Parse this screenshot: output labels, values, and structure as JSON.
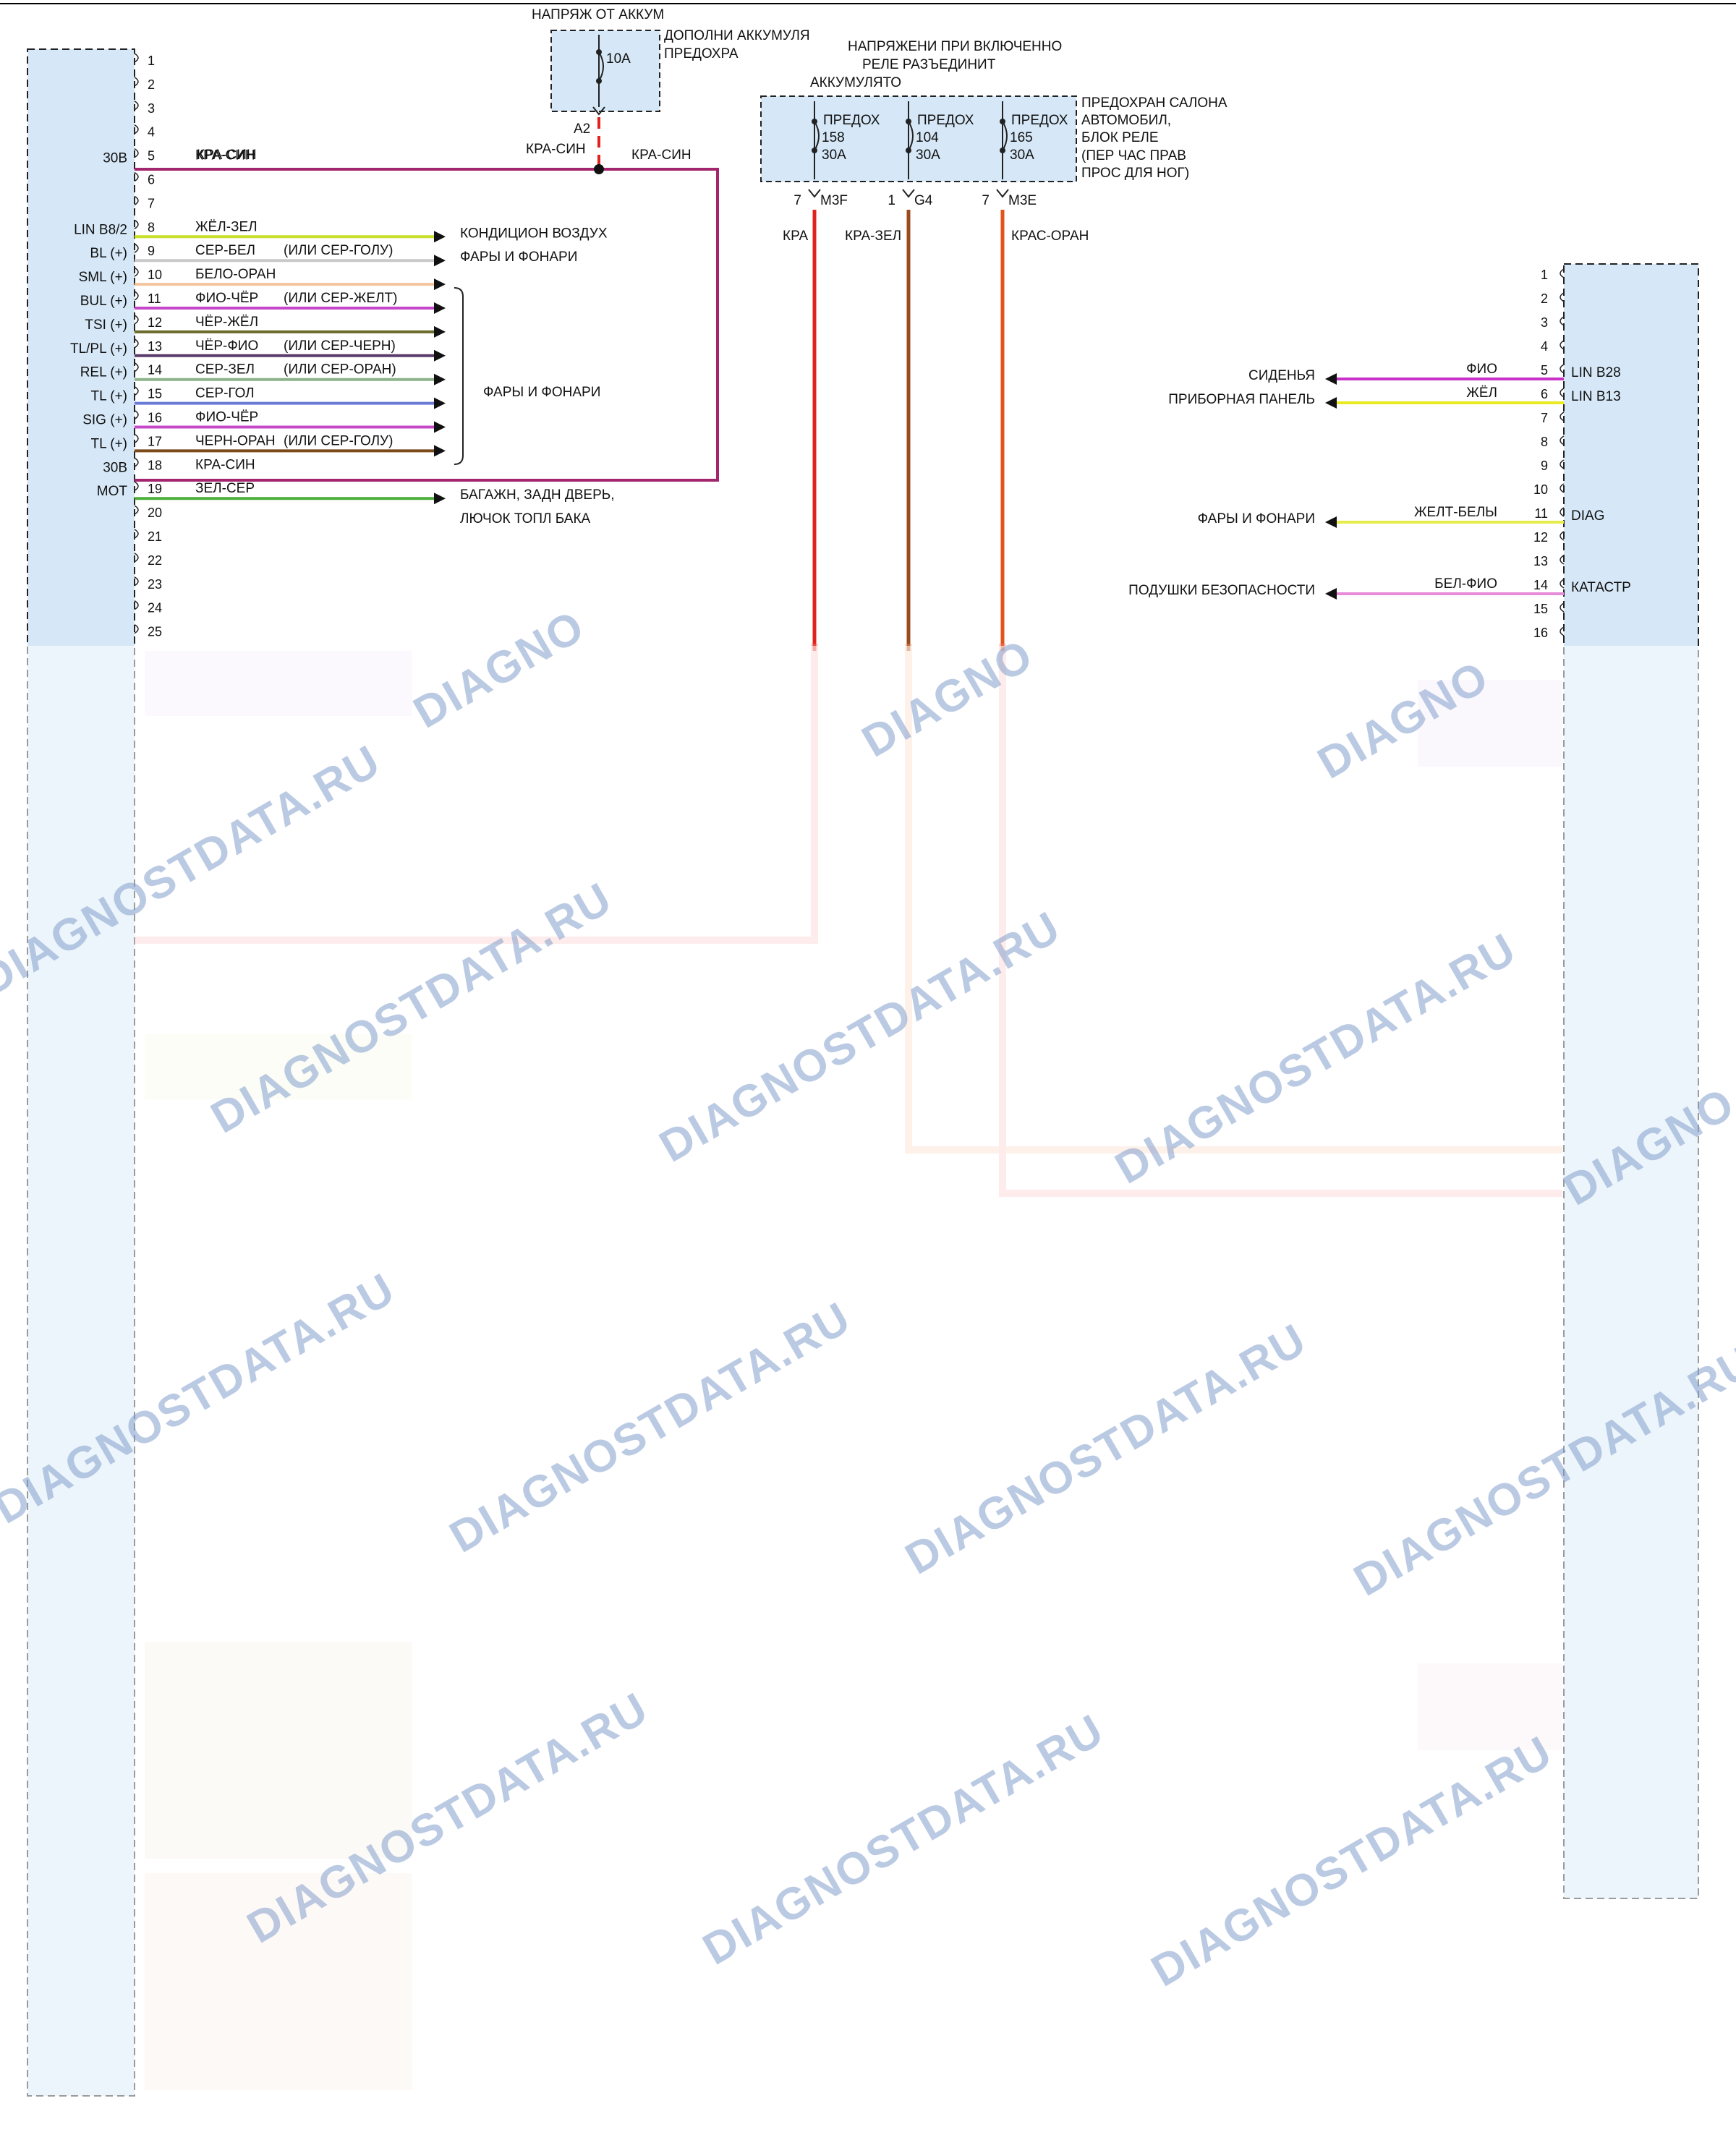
{
  "top": {
    "battery_voltage": "НАПРЯЖ ОТ АККУМ",
    "aux_fuse_line1": "ДОПОЛНИ АККУМУЛЯ",
    "aux_fuse_line2": "ПРЕДОХРА",
    "aux_fuse_rating": "10A",
    "aux_fuse_pin": "A2",
    "relay_voltage_line1": "НАПРЯЖЕНИ ПРИ ВКЛЮЧЕННО",
    "relay_voltage_line2": "РЕЛЕ РАЗЪЕДИНИТ",
    "relay_voltage_line3": "АККУМУЛЯТО",
    "fuse_box_line1": "ПРЕДОХРАН САЛОНА",
    "fuse_box_line2": "АВТОМОБИЛ,",
    "fuse_box_line3": "БЛОК РЕЛЕ",
    "fuse_box_line4": "(ПЕР ЧАС ПРАВ",
    "fuse_box_line5": "ПРОС ДЛЯ НОГ)",
    "fuses": [
      {
        "label": "ПРЕДОХ",
        "num": "158",
        "rating": "30A",
        "pin": "7",
        "conn": "M3F",
        "wire": "КРА",
        "color": "#e0231f"
      },
      {
        "label": "ПРЕДОХ",
        "num": "104",
        "rating": "30A",
        "pin": "1",
        "conn": "G4",
        "wire": "КРА-ЗЕЛ",
        "color": "#9b4a1c"
      },
      {
        "label": "ПРЕДОХ",
        "num": "165",
        "rating": "30A",
        "pin": "7",
        "conn": "M3E",
        "wire": "КРАС-ОРАН",
        "color": "#e4531e"
      }
    ]
  },
  "junction": {
    "wire_left": "КРА-СИН",
    "wire_down": "КРА-СИН",
    "wire_right": "КРА-СИН"
  },
  "left_connector": {
    "pins": [
      "1",
      "2",
      "3",
      "4",
      "5",
      "6",
      "7",
      "8",
      "9",
      "10",
      "11",
      "12",
      "13",
      "14",
      "15",
      "16",
      "17",
      "18",
      "19",
      "20",
      "21",
      "22",
      "23",
      "24",
      "25"
    ],
    "wires": [
      {
        "pin_label": "30В",
        "wire": "КРА-СИН",
        "alt": "",
        "dest": "",
        "color": "#a3256e"
      },
      {
        "pin_label": "LIN B8/2",
        "wire": "ЖЁЛ-ЗЕЛ",
        "alt": "",
        "dest": "КОНДИЦИОН ВОЗДУХ",
        "color": "#c8e02a"
      },
      {
        "pin_label": "BL (+)",
        "wire": "СЕР-БЕЛ",
        "alt": "(ИЛИ СЕР-ГОЛУ)",
        "dest": "ФАРЫ И ФОНАРИ",
        "color": "#c9c9c9"
      },
      {
        "pin_label": "SML (+)",
        "wire": "БЕЛО-ОРАН",
        "alt": "",
        "dest": "",
        "color": "#f3c59d"
      },
      {
        "pin_label": "BUL (+)",
        "wire": "ФИО-ЧЁР",
        "alt": "(ИЛИ СЕР-ЖЕЛТ)",
        "dest": "",
        "color": "#c548c8"
      },
      {
        "pin_label": "TSI (+)",
        "wire": "ЧЁР-ЖЁЛ",
        "alt": "",
        "dest": "",
        "color": "#6a6a2a"
      },
      {
        "pin_label": "TL/PL (+)",
        "wire": "ЧЁР-ФИО",
        "alt": "(ИЛИ СЕР-ЧЕРН)",
        "dest": "",
        "color": "#5a3b6a"
      },
      {
        "pin_label": "REL (+)",
        "wire": "СЕР-ЗЕЛ",
        "alt": "(ИЛИ СЕР-ОРАН)",
        "dest": "",
        "color": "#8db38a"
      },
      {
        "pin_label": "TL (+)",
        "wire": "СЕР-ГОЛ",
        "alt": "",
        "dest": "",
        "color": "#6a7bd6"
      },
      {
        "pin_label": "SIG (+)",
        "wire": "ФИО-ЧЁР",
        "alt": "",
        "dest": "",
        "color": "#c548c8"
      },
      {
        "pin_label": "TL (+)",
        "wire": "ЧЕРН-ОРАН",
        "alt": "(ИЛИ СЕР-ГОЛУ)",
        "dest": "",
        "color": "#7a4a1a"
      },
      {
        "pin_label": "30В",
        "wire": "КРА-СИН",
        "alt": "",
        "dest": "",
        "color": "#a3256e"
      },
      {
        "pin_label": "МОТ",
        "wire": "ЗЕЛ-СЕР",
        "alt": "",
        "dest": "БАГАЖН, ЗАДН ДВЕРЬ,",
        "color": "#4caf3a"
      }
    ],
    "group_dest": "ФАРЫ И ФОНАРИ",
    "mot_dest_line2": "ЛЮЧОК ТОПЛ БАКА"
  },
  "right_connector": {
    "pins": [
      "1",
      "2",
      "3",
      "4",
      "5",
      "6",
      "7",
      "8",
      "9",
      "10",
      "11",
      "12",
      "13",
      "14",
      "15",
      "16"
    ],
    "wires": [
      {
        "pin": "5",
        "label": "LIN B28",
        "wire": "ФИО",
        "dest": "СИДЕНЬЯ",
        "color": "#c830c8"
      },
      {
        "pin": "6",
        "label": "LIN B13",
        "wire": "ЖЁЛ",
        "dest": "ПРИБОРНАЯ ПАНЕЛЬ",
        "color": "#eaea20"
      },
      {
        "pin": "11",
        "label": "DIAG",
        "wire": "ЖЕЛТ-БЕЛЫ",
        "dest": "ФАРЫ И ФОНАРИ",
        "color": "#e8ec4a"
      },
      {
        "pin": "14",
        "label": "КАТАСТР",
        "wire": "БЕЛ-ФИО",
        "dest": "ПОДУШКИ БЕЗОПАСНОСТИ",
        "color": "#e88bd8"
      }
    ]
  },
  "watermark": "DIAGNOSTDATA.RU",
  "watermark_short": "DIAGNO",
  "colors": {
    "connector_fill": "#d6e8f7",
    "fuse_fill": "#d6e8f7",
    "watermark": "#7896c8"
  }
}
